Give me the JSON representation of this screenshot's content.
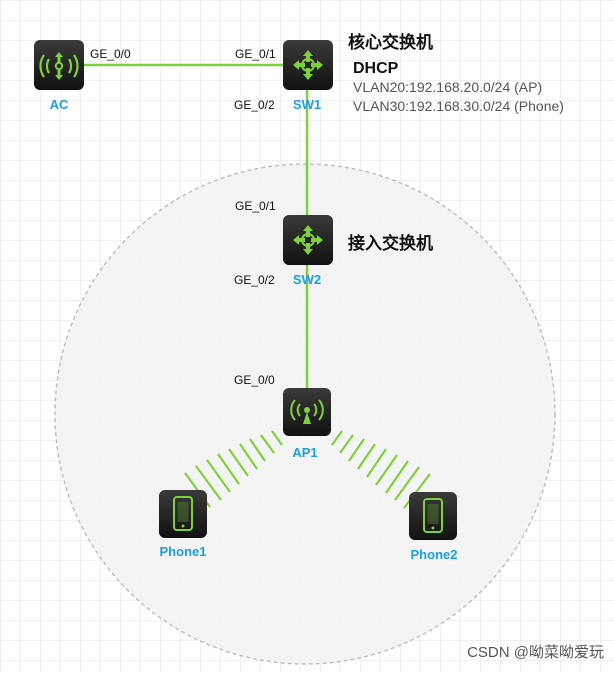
{
  "devices": {
    "ac": {
      "label": "AC",
      "port": "GE_0/0"
    },
    "sw1": {
      "label": "SW1",
      "ports": [
        "GE_0/1",
        "GE_0/2"
      ],
      "role": "核心交换机"
    },
    "sw2": {
      "label": "SW2",
      "ports": [
        "GE_0/1",
        "GE_0/2"
      ],
      "role": "接入交换机"
    },
    "ap1": {
      "label": "AP1",
      "port": "GE_0/0"
    },
    "phone1": {
      "label": "Phone1"
    },
    "phone2": {
      "label": "Phone2"
    }
  },
  "dhcp": {
    "title": "DHCP",
    "vlans": [
      "VLAN20:192.168.20.0/24 (AP)",
      "VLAN30:192.168.30.0/24 (Phone)"
    ]
  },
  "watermark": "CSDN @呦菜呦爱玩",
  "colors": {
    "link": "#7fd13b",
    "label": "#1a9fe0",
    "icon_bg": "#1e1e1e",
    "icon_fg": "#7fd13b",
    "grid": "#e2e2e2",
    "wlan_zone": "#f2f2f2"
  },
  "icons": {
    "ac": "wireless-controller-icon",
    "switch": "switch-arrows-icon",
    "ap": "access-point-icon",
    "phone": "smartphone-icon"
  }
}
